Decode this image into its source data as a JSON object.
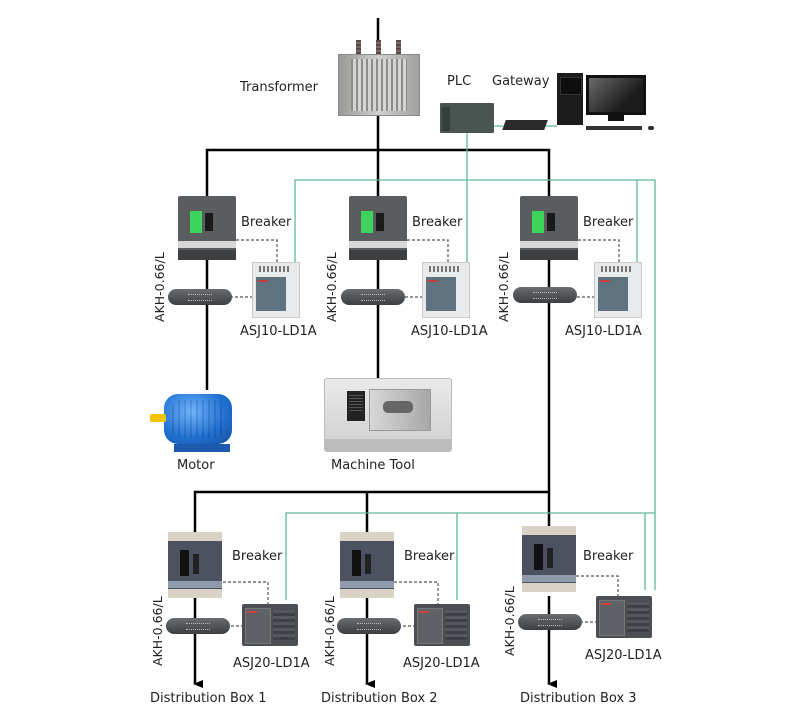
{
  "diagram": {
    "type": "electrical single-line / monitoring network diagram",
    "colors": {
      "power_line": "#000000",
      "comm_line": "#5fb89a",
      "signal_line_dashed": "#555555",
      "background": "#ffffff"
    },
    "top": {
      "transformer_label": "Transformer",
      "plc_label": "PLC",
      "gateway_label": "Gateway"
    },
    "feeders_top": [
      {
        "breaker_label": "Breaker",
        "ct_label": "AKH-0.66/L",
        "monitor_label": "ASJ10-LD1A",
        "load_label": "Motor"
      },
      {
        "breaker_label": "Breaker",
        "ct_label": "AKH-0.66/L",
        "monitor_label": "ASJ10-LD1A",
        "load_label": "Machine Tool"
      },
      {
        "breaker_label": "Breaker",
        "ct_label": "AKH-0.66/L",
        "monitor_label": "ASJ10-LD1A",
        "load_label": ""
      }
    ],
    "feeders_bottom": [
      {
        "breaker_label": "Breaker",
        "ct_label": "AKH-0.66/L",
        "monitor_label": "ASJ20-LD1A",
        "load_label": "Distribution Box 1"
      },
      {
        "breaker_label": "Breaker",
        "ct_label": "AKH-0.66/L",
        "monitor_label": "ASJ20-LD1A",
        "load_label": "Distribution Box 2"
      },
      {
        "breaker_label": "Breaker",
        "ct_label": "AKH-0.66/L",
        "monitor_label": "ASJ20-LD1A",
        "load_label": "Distribution Box 3"
      }
    ],
    "icons": {
      "transformer": "transformer-icon",
      "plc": "plc-icon",
      "gateway": "gateway-icon",
      "computer": "computer-icon",
      "breaker": "circuit-breaker-icon",
      "ct": "current-transformer-icon",
      "asj10": "din-relay-icon",
      "asj20": "panel-relay-icon",
      "motor": "motor-icon",
      "machine_tool": "cnc-lathe-icon"
    }
  }
}
